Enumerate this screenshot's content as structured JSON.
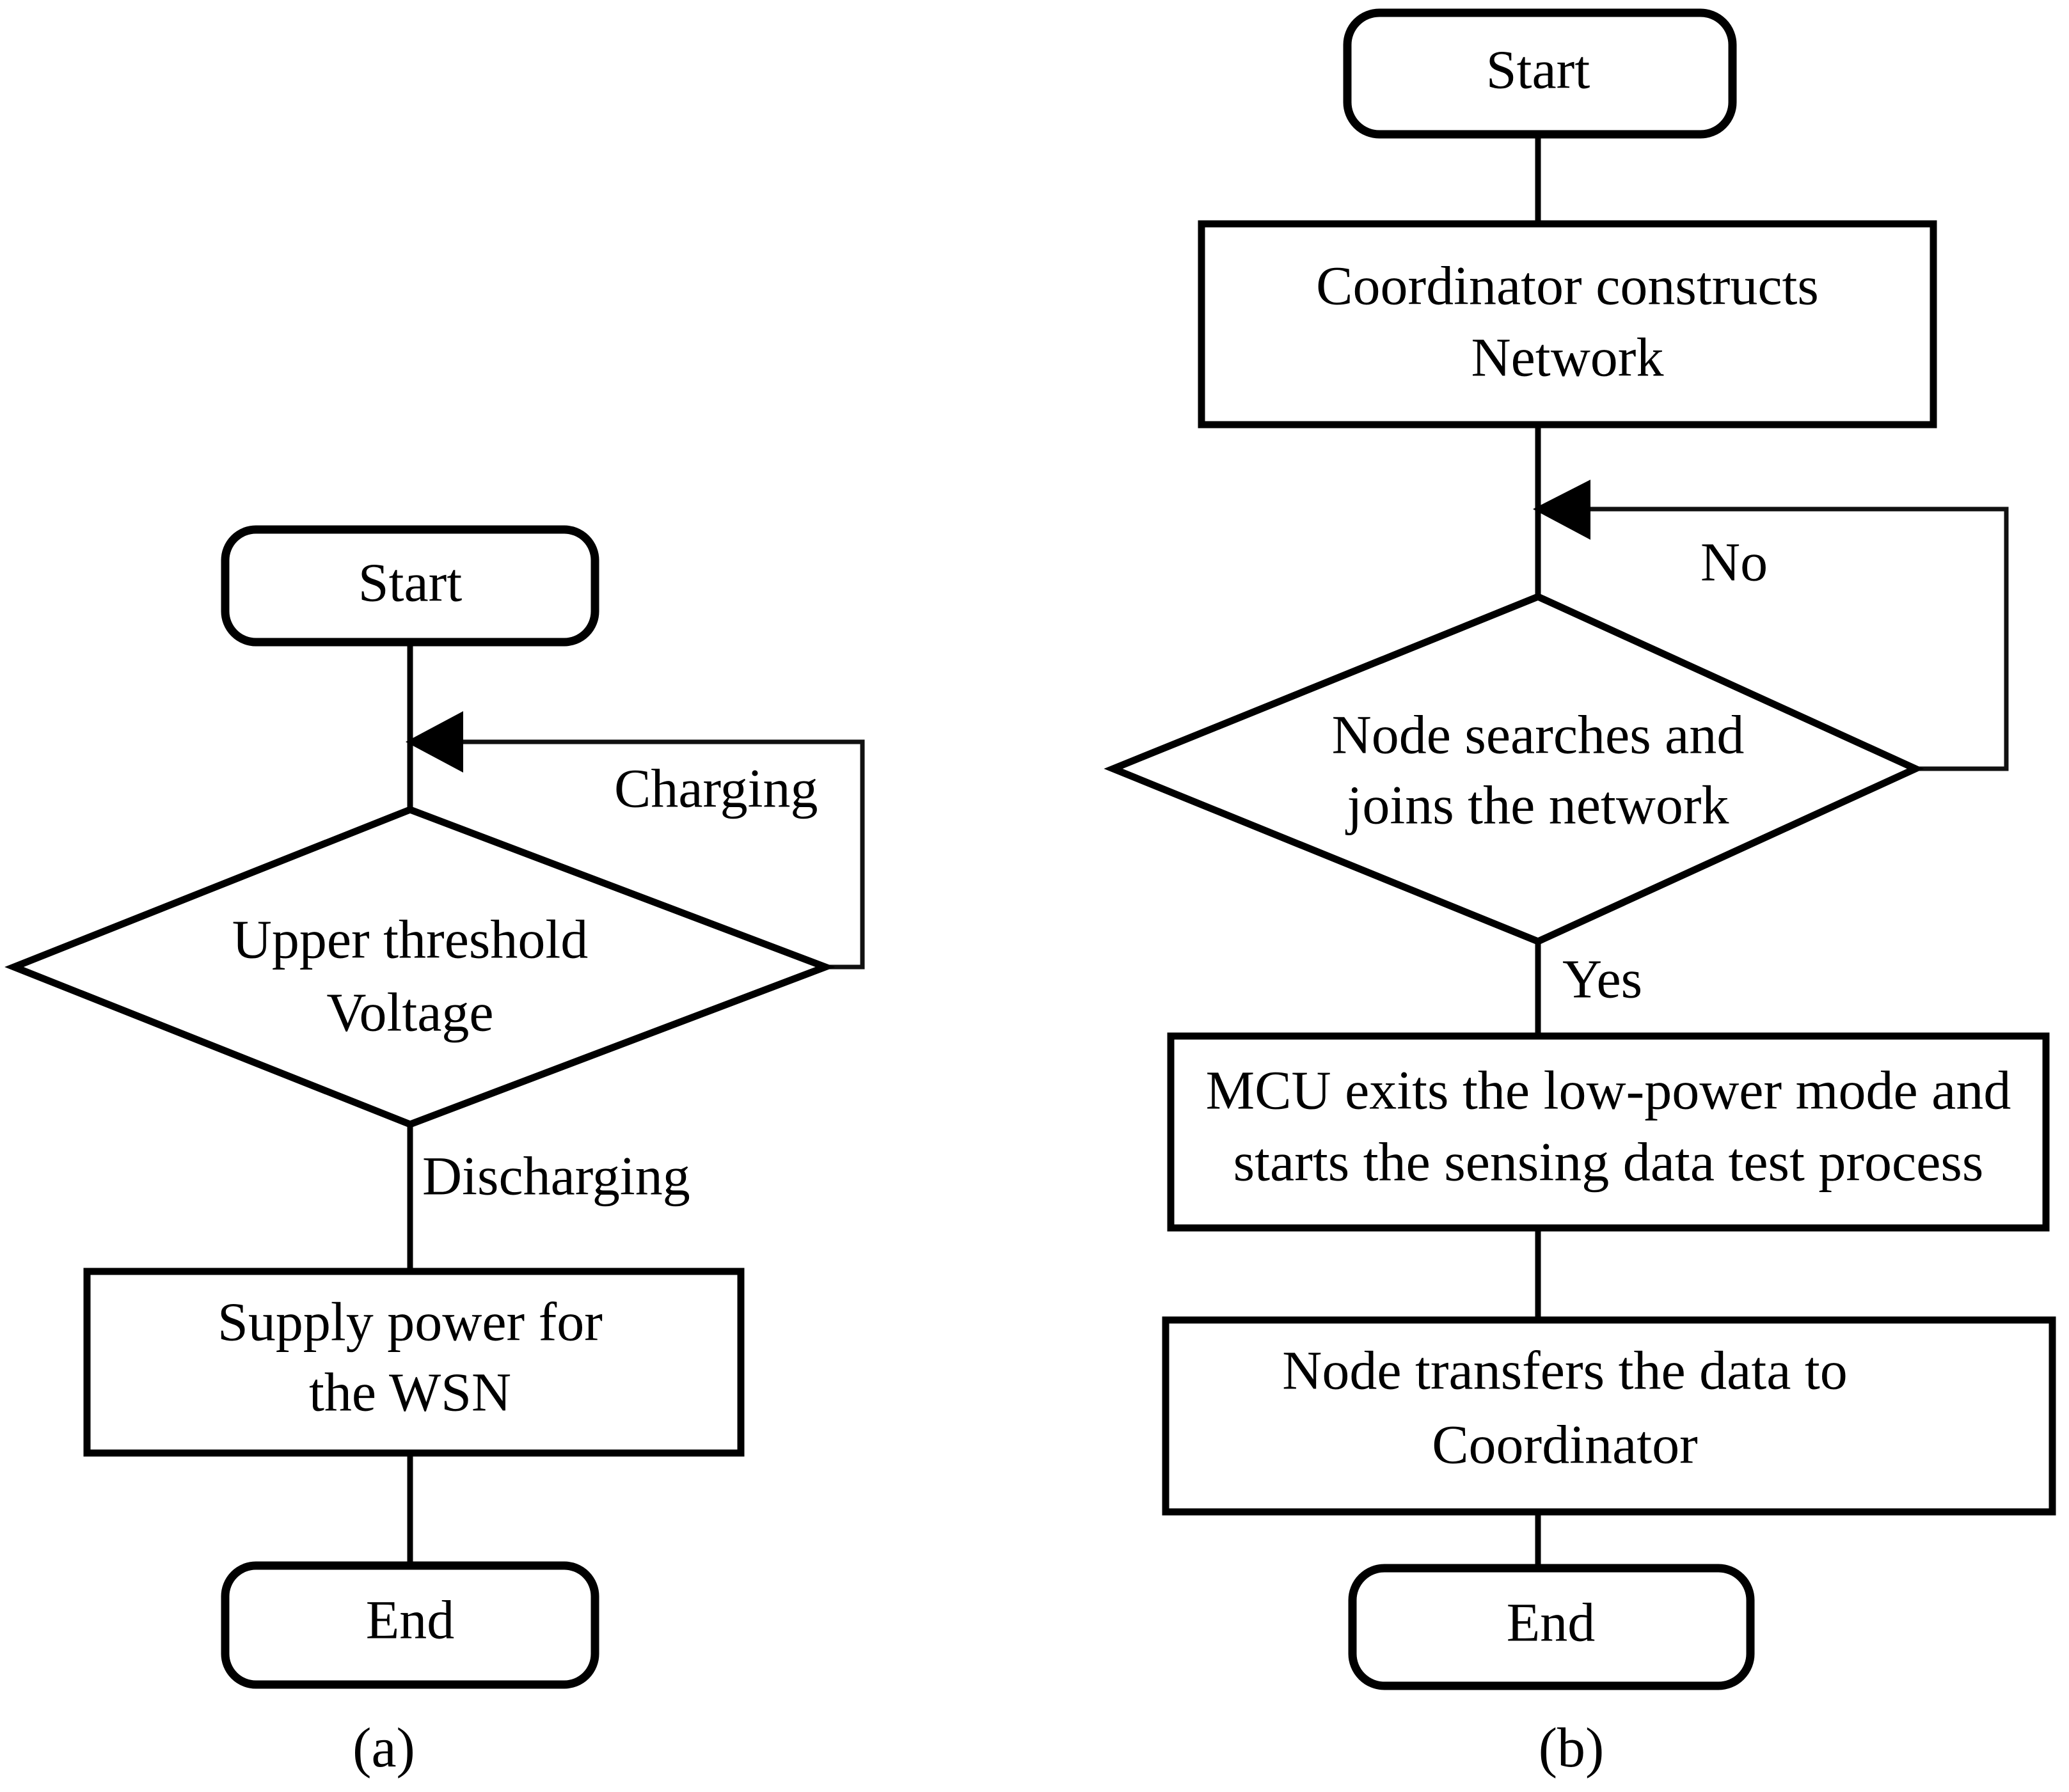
{
  "figure": {
    "type": "flowchart-pair",
    "background": "#ffffff",
    "stroke_color": "#000000"
  },
  "panels": [
    {
      "caption": "(a)",
      "nodes": {
        "start": {
          "label": "Start",
          "shape": "terminator"
        },
        "decision": {
          "line1": "Upper threshold",
          "line2": "Voltage",
          "shape": "diamond"
        },
        "process": {
          "line1": "Supply power for",
          "line2": "the WSN",
          "shape": "process"
        },
        "end": {
          "label": "End",
          "shape": "terminator"
        }
      },
      "edge_labels": {
        "loop": "Charging",
        "down": "Discharging"
      }
    },
    {
      "caption": "(b)",
      "nodes": {
        "start": {
          "label": "Start",
          "shape": "terminator"
        },
        "coordinator": {
          "line1": "Coordinator constructs",
          "line2": "Network",
          "shape": "process"
        },
        "decision": {
          "line1": "Node searches and",
          "line2": "joins the network",
          "shape": "diamond"
        },
        "mcu": {
          "line1": "MCU exits the low-power mode and",
          "line2": "starts the sensing data test process",
          "shape": "process"
        },
        "transfer": {
          "line1": "Node transfers the data to",
          "line2": "Coordinator",
          "shape": "process"
        },
        "end": {
          "label": "End",
          "shape": "terminator"
        }
      },
      "edge_labels": {
        "loop": "No",
        "down": "Yes"
      }
    }
  ]
}
